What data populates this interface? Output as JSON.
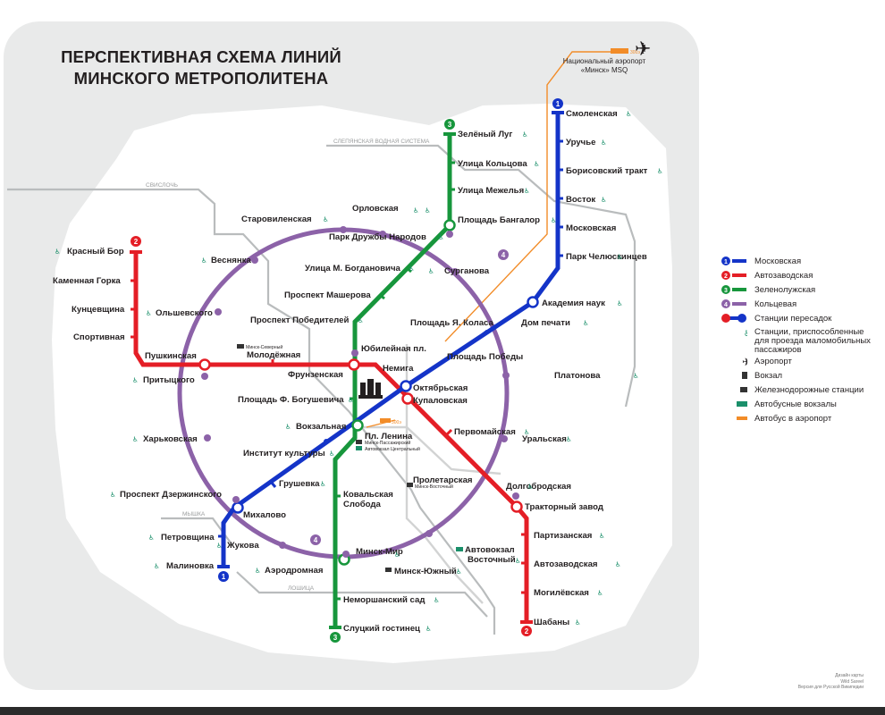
{
  "title": {
    "line1": "ПЕРСПЕКТИВНАЯ СХЕМА ЛИНИЙ",
    "line2": "МИНСКОГО МЕТРОПОЛИТЕНА"
  },
  "colors": {
    "blue": "#1434c8",
    "red": "#e41e26",
    "green": "#17963c",
    "purple": "#8c62a8",
    "orange": "#f28c28",
    "bg": "#e9eaea",
    "water": "#b9bcbd",
    "rail": "#c9caca",
    "access": "#1a8f6a",
    "text": "#231f20"
  },
  "line_numbers": {
    "blue": "1",
    "red": "2",
    "green": "3",
    "purple": "4"
  },
  "rivers": {
    "sviloch": "СВИСЛОЧЬ",
    "slepyanka": "СЛЕПЯНСКАЯ ВОДНАЯ СИСТЕМА",
    "myshka": "МЫШКА",
    "loshitsa": "ЛОШИЦА"
  },
  "airport": {
    "name_line1": "Национальный аэропорт",
    "name_line2": "«Минск» MSQ",
    "icon": "airplane-icon",
    "bus_label": "300э"
  },
  "stations": {
    "smolenskaya": "Смоленская",
    "uruchye": "Уручье",
    "borisovsky_trakt": "Борисовский тракт",
    "vostok": "Восток",
    "moskovskaya": "Московская",
    "park_chelyuskintsev": "Парк Челюскинцев",
    "akademiya_nauk": "Академия наук",
    "dom_pechati": "Дом печати",
    "ploshchad_kolasa": "Площадь Я. Коласа",
    "ploshchad_pobedy": "Площадь Победы",
    "oktyabrskaya": "Октябрьская",
    "kupalovskaya": "Купаловская",
    "pl_lenina": "Пл. Ленина",
    "institut_kultury": "Институт культуры",
    "grushevka": "Грушевка",
    "mikhalovo": "Михалово",
    "petrovshchina": "Петровщина",
    "malinovka": "Малиновка",
    "krasny_bor": "Красный Бор",
    "kamennaya_gorka": "Каменная Горка",
    "kuntsevshchina": "Кунцевщина",
    "sportivnaya": "Спортивная",
    "pushkinskaya": "Пушкинская",
    "molodezhnaya": "Молодёжная",
    "frunzenskaya": "Фрунзенская",
    "nemiga": "Немига",
    "pervomayskaya": "Первомайская",
    "proletarskaya": "Пролетарская",
    "traktorny_zavod": "Тракторный завод",
    "partizanskaya": "Партизанская",
    "avtozavodskaya": "Автозаводская",
    "mogilevskaya": "Могилёвская",
    "shabany": "Шабаны",
    "zeleny_lug": "Зелёный Луг",
    "ulitsa_koltsova": "Улица Кольцова",
    "ulitsa_mezhelya": "Улица Межелья",
    "ploshchad_bangalor": "Площадь Бангалор",
    "ulitsa_bogdanovicha": "Улица М. Богдановича",
    "prospekt_masherova": "Проспект Машерова",
    "prospekt_pobediteley": "Проспект Победителей",
    "yubileynaya": "Юбилейная пл.",
    "ploshchad_bogushevicha": "Площадь Ф. Богушевича",
    "vokzalnaya": "Вокзальная",
    "kovalskaya_sloboda_1": "Ковальская",
    "kovalskaya_sloboda_2": "Слобода",
    "aerodromnaya": "Аэродромная",
    "nemorshansky_sad": "Неморшанский сад",
    "slutsky_gostinets": "Слуцкий гостинец",
    "orlovskaya": "Орловская",
    "park_druzhby": "Парк Дружбы Народов",
    "surganova": "Сурганова",
    "starovilenskaya": "Старовиленская",
    "vesnyanka": "Веснянка",
    "olshevskogo": "Ольшевского",
    "prityskogo": "Притыцкого",
    "kharkovskaya": "Харьковская",
    "prospekt_dzerzhinskogo": "Проспект Дзержинского",
    "zhukova": "Жукова",
    "minsk_mir": "Минск-Мир",
    "minsk_yuzhny": "Минск-Южный",
    "avtovokzal_vostochny_1": "Автовокзал",
    "avtovokzal_vostochny_2": "Восточный",
    "dolgobrodskaya": "Долгобродская",
    "uralskaya": "Уральская",
    "platonova": "Платонова"
  },
  "small_labels": {
    "minsk_severny": "Минск-Северный",
    "minsk_passazhirsky": "Минск-Пассажирский",
    "avtovokzal_tsentralny": "Автовокзал Центральный",
    "minsk_vostochny": "Минск-Восточный",
    "bus_300e": "300э"
  },
  "legend": {
    "items": [
      {
        "num": "1",
        "color": "#1434c8",
        "label": "Московская"
      },
      {
        "num": "2",
        "color": "#e41e26",
        "label": "Автозаводская"
      },
      {
        "num": "3",
        "color": "#17963c",
        "label": "Зеленолужская"
      },
      {
        "num": "4",
        "color": "#8c62a8",
        "label": "Кольцевая"
      }
    ],
    "transfer": "Станции пересадок",
    "accessible": "Станции, приспособленные для проезда маломобильных пассажиров",
    "airport": "Аэропорт",
    "station": "Вокзал",
    "rail": "Железнодорожные станции",
    "bus_stations": "Автобусные вокзалы",
    "airport_bus": "Автобус в аэропорт"
  },
  "credits": {
    "line1": "Дизайн карты",
    "line2": "Wild Sareel",
    "line3": "Версия для Русской Википедии"
  }
}
